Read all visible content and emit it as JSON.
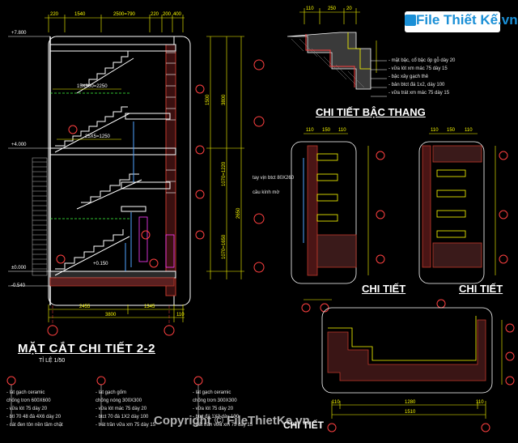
{
  "drawing": {
    "section_title": "MẶT CẮT CHI TIẾT 2-2",
    "section_scale": "TỈ LỆ 1/50",
    "stair_detail_title": "CHI TIẾT BẬC THANG",
    "detail_title_1": "CHI TIẾT",
    "detail_title_2": "CHI TIẾT",
    "detail_title_3": "CHI TIẾT"
  },
  "elevations": {
    "top": "+7.800",
    "mid": "+4.000",
    "base": "±0.000",
    "bottom": "-0.540",
    "landing": "+0.150"
  },
  "dimensions": {
    "top_row": [
      "220",
      "1540",
      "2500=790",
      "220",
      "200",
      "400"
    ],
    "bottom_row": [
      "2455",
      "1345"
    ],
    "bottom_total": "3800",
    "bottom_right": "110",
    "flight_1": "15X300=2250",
    "flight_2": "25X5=1250",
    "right_vertical": [
      "3800",
      "1500",
      "1070=1220",
      "2650",
      "1070=1650"
    ],
    "stair_top": [
      "110",
      "250",
      "20"
    ],
    "detail_top": [
      "110",
      "150",
      "110"
    ],
    "detail3_bottom": [
      "110",
      "1280",
      "110"
    ],
    "detail3_total": "1510"
  },
  "stair_notes": [
    "- mặt bậc, cổ bậc ốp gỗ dày 20",
    "- vữa lót xm mác 75 dày 15",
    "- bậc xây gạch thẻ",
    "- bản btct đá 1x2, dày 100",
    "- vữa trát xm mác 75 dày 15"
  ],
  "railing_notes": [
    "tay vịn btct 80X260",
    "cầu kính mờ"
  ],
  "bottom_notes": {
    "col1": [
      "- lát gạch ceramic",
      "  chống trơn 600X600",
      "- vữa lót 75 dày 20",
      "- btl 70 48 đá 4X6 dày 20",
      "- cát đen tôn nền tầm chặt"
    ],
    "col2": [
      "- lát gạch gốm",
      "  chống nóng 300X300",
      "- vữa lót mác 75 dày 20",
      "- btct 70 đá 1X2 dày 100",
      "- trát trần vữa xm 75 dày 15"
    ],
    "col3": [
      "- lát gạch ceramic",
      "  chống trơn 300X300",
      "- vữa lót 75 dày 20",
      "- btct đá 1X2 dày 100",
      "- trát trần vữa xm 75 dày 15"
    ]
  },
  "watermark": {
    "logo": "File Thiết Kế.vn",
    "copyright": "Copyright © FileThietKe.vn"
  },
  "colors": {
    "background": "#000000",
    "linework": "#ffffff",
    "dimension": "#ffff00",
    "axis": "#ff4040",
    "hatch": "#9b3a3a",
    "magenta": "#ff3bff",
    "cyan": "#3bd7ff",
    "green": "#40ff40"
  }
}
